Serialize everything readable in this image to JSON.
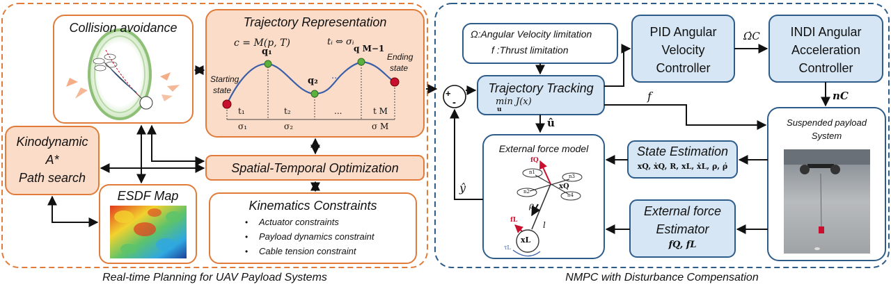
{
  "colors": {
    "orange_border": "#E07B39",
    "orange_fill": "#FBDCC8",
    "blue_border": "#2E5C8A",
    "blue_fill": "#D6E6F4",
    "red_point": "#C8102E",
    "green_point": "#5BB040",
    "curve_blue": "#3A5FA8"
  },
  "left_panel": {
    "caption": "Real-time Planning for UAV Payload Systems",
    "collision": {
      "title": "Collision avoidance"
    },
    "trajectory": {
      "title": "Trajectory Representation",
      "eq_main": "c = M(p, T)",
      "eq_side": "tᵢ ⇔ σᵢ",
      "start_label_1": "Starting",
      "start_label_2": "state",
      "end_label_1": "Ending",
      "end_label_2": "state",
      "q1": "q₁",
      "q2": "q₂",
      "qM1": "q M−1",
      "dots": "...",
      "t1": "t₁",
      "t2": "t₂",
      "tdots": "...",
      "tM": "t M",
      "s1": "σ₁",
      "s2": "σ₂",
      "sM": "σ M"
    },
    "kinodynamic": {
      "line1": "Kinodynamic",
      "line2": "A*",
      "line3": "Path search"
    },
    "spatial": {
      "title": "Spatial-Temporal Optimization"
    },
    "esdf": {
      "title": "ESDF Map"
    },
    "kinematics": {
      "title": "Kinematics Constraints",
      "items": [
        "Actuator constraints",
        "Payload dynamics constraint",
        "Cable tension constraint"
      ],
      "bullet": "•"
    }
  },
  "right_panel": {
    "caption": "NMPC with Disturbance Compensation",
    "limits": {
      "line1": "Ω:Angular Velocity limitation",
      "line2": "f :Thrust limitation"
    },
    "pid": {
      "line1": "PID Angular",
      "line2": "Velocity",
      "line3": "Controller"
    },
    "omega_c": "Ω̇C",
    "indi": {
      "line1": "INDI Angular",
      "line2": "Acceleration",
      "line3": "Controller"
    },
    "n_c": "nC",
    "tracking": {
      "title": "Trajectory Tracking",
      "formula": "min J(x)",
      "formula_sub": "u"
    },
    "u_hat": "û",
    "f_label": "f",
    "sum": {
      "plus": "+",
      "minus": "-"
    },
    "y_hat": "ŷ",
    "ext_model": {
      "title": "External force model",
      "fQ": "fQ",
      "xQ": "xQ",
      "rho": "ρ",
      "fL": "fL",
      "l": "l",
      "xL": "xL",
      "tauL": "τL",
      "rotor_labels": [
        "n1",
        "n2",
        "n3",
        "n4"
      ]
    },
    "state": {
      "title": "State Estimation",
      "vars": "xQ, ẋQ, R, xL, ẋL, ρ, ρ̇"
    },
    "ext_est": {
      "line1": "External force",
      "line2": "Estimator",
      "vars": "fQ, fL"
    },
    "payload": {
      "line1": "Suspended payload",
      "line2": "System"
    }
  }
}
